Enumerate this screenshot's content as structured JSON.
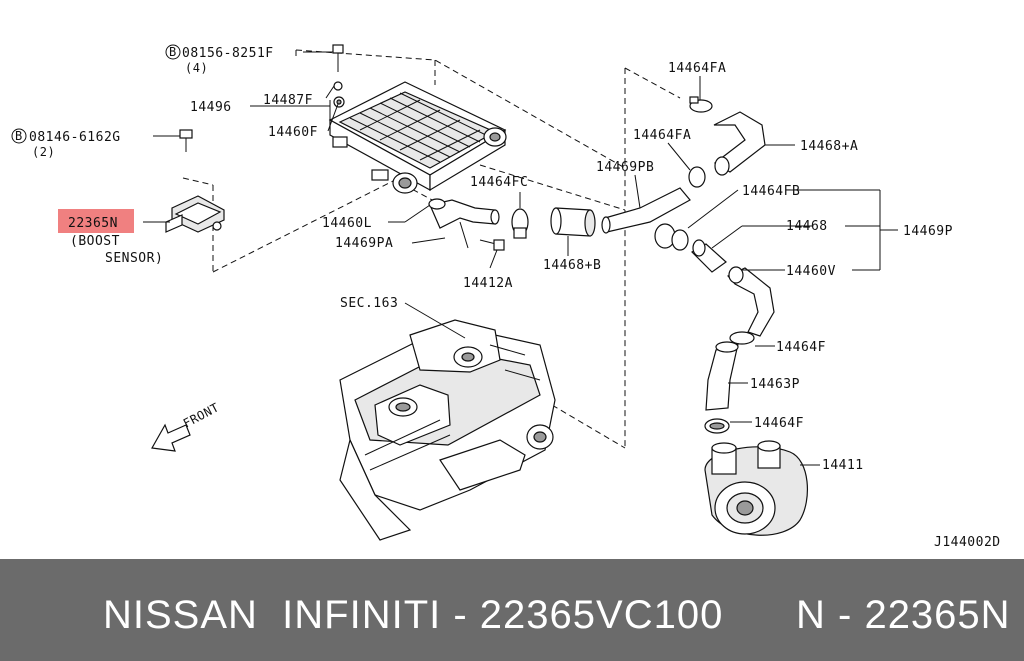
{
  "diagram": {
    "labels": {
      "bolt1_code": "08156-8251F",
      "bolt1_qty": "(4)",
      "bolt2_code": "08146-6162G",
      "bolt2_qty": "(2)",
      "intercooler": "14496",
      "nut": "14487F",
      "clip_upper": "14460F",
      "boost_part": "22365N",
      "boost_desc_1": "(BOOST",
      "boost_desc_2": "SENSOR)",
      "bracket_l": "14460L",
      "pipe_pa": "14469PA",
      "clamp_fc": "14464FC",
      "bolt_a": "14412A",
      "hose_b": "14468+B",
      "clamp_fa_top": "14464FA",
      "clamp_fa_mid": "14464FA",
      "hose_a": "14468+A",
      "pipe_pb": "14469PB",
      "clamp_fb": "14464FB",
      "hose": "14468",
      "pipe_p": "14469P",
      "clip_v": "14460V",
      "section": "SEC.163",
      "clamp_f_top": "14464F",
      "hose_p": "14463P",
      "clamp_f_bot": "14464F",
      "turbo": "14411",
      "front": "FRONT",
      "diagram_code": "J144002D",
      "bolt_symbol": "B"
    },
    "highlight_color": "#f08080"
  },
  "footer": {
    "text": "NISSAN  INFINITI - 22365VC100      N - 22365N"
  }
}
